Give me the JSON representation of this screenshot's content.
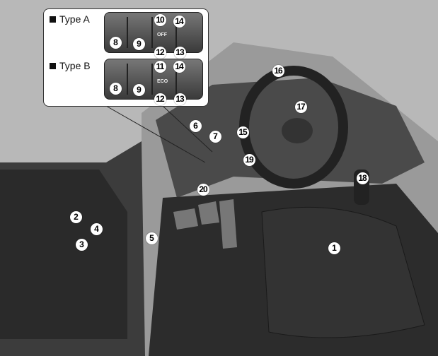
{
  "inset": {
    "type_a": {
      "label": "Type A",
      "switch_text": "OFF"
    },
    "type_b": {
      "label": "Type B",
      "switch_text": "ECO"
    }
  },
  "callouts": {
    "n1": "1",
    "n2": "2",
    "n3": "3",
    "n4": "4",
    "n5": "5",
    "n6": "6",
    "n7": "7",
    "n8": "8",
    "n9": "9",
    "n10": "10",
    "n11": "11",
    "n12": "12",
    "n13": "13",
    "n14": "14",
    "n15": "15",
    "n16": "16",
    "n17": "17",
    "n18": "18",
    "n19": "19",
    "n20": "20"
  }
}
